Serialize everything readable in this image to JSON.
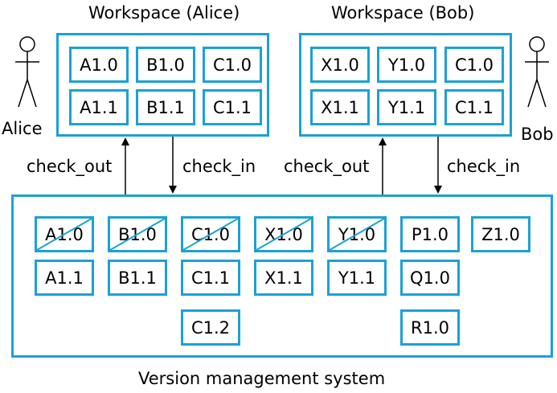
{
  "actors": {
    "alice": {
      "name": "Alice"
    },
    "bob": {
      "name": "Bob"
    }
  },
  "workspaces": {
    "alice": {
      "title": "Workspace (Alice)",
      "items": [
        "A1.0",
        "B1.0",
        "C1.0",
        "A1.1",
        "B1.1",
        "C1.1"
      ]
    },
    "bob": {
      "title": "Workspace (Bob)",
      "items": [
        "X1.0",
        "Y1.0",
        "C1.0",
        "X1.1",
        "Y1.1",
        "C1.1"
      ]
    }
  },
  "arrows": {
    "alice_out": "check_out",
    "alice_in": "check_in",
    "bob_out": "check_out",
    "bob_in": "check_in"
  },
  "system": {
    "title": "Version management system",
    "items": [
      {
        "label": "A1.0",
        "superseded": true
      },
      {
        "label": "B1.0",
        "superseded": true
      },
      {
        "label": "C1.0",
        "superseded": true
      },
      {
        "label": "X1.0",
        "superseded": true
      },
      {
        "label": "Y1.0",
        "superseded": true
      },
      {
        "label": "P1.0",
        "superseded": false
      },
      {
        "label": "Z1.0",
        "superseded": false
      },
      {
        "label": "A1.1",
        "superseded": false
      },
      {
        "label": "B1.1",
        "superseded": false
      },
      {
        "label": "C1.1",
        "superseded": false
      },
      {
        "label": "X1.1",
        "superseded": false
      },
      {
        "label": "Y1.1",
        "superseded": false
      },
      {
        "label": "Q1.0",
        "superseded": false
      },
      {
        "label": "C1.2",
        "superseded": false
      },
      {
        "label": "R1.0",
        "superseded": false
      }
    ]
  },
  "colors": {
    "accent": "#1ba1d6",
    "line": "#000000"
  }
}
